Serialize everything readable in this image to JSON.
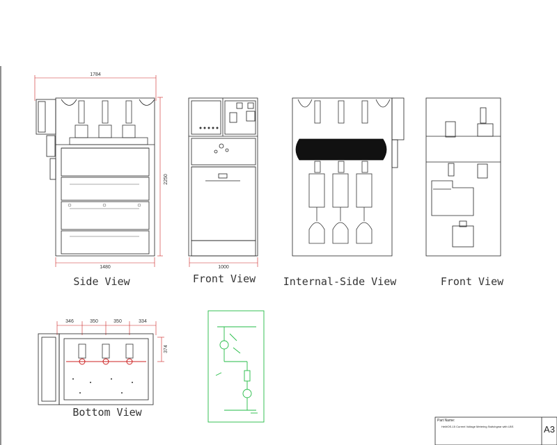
{
  "views": {
    "side": "Side View",
    "front": "Front View",
    "internal_side": "Internal-Side View",
    "front_2": "Front View",
    "bottom": "Bottom View"
  },
  "dimensions": {
    "side_width_top": "1784",
    "side_height": "2250",
    "side_width_bottom": "1480",
    "front_width": "1000",
    "bottom_d1": "346",
    "bottom_d2": "350",
    "bottom_d3": "350",
    "bottom_d4": "334",
    "bottom_depth": "374"
  },
  "title_block": {
    "part_label": "Part Name:",
    "part_name": "HeMOS-15 Current Voltage Metering Switchgear with LBS",
    "sheet_size": "A3"
  },
  "colors": {
    "line": "#222222",
    "dimension": "#cc2222",
    "schematic": "#22bb44",
    "busbar": "#111111"
  }
}
